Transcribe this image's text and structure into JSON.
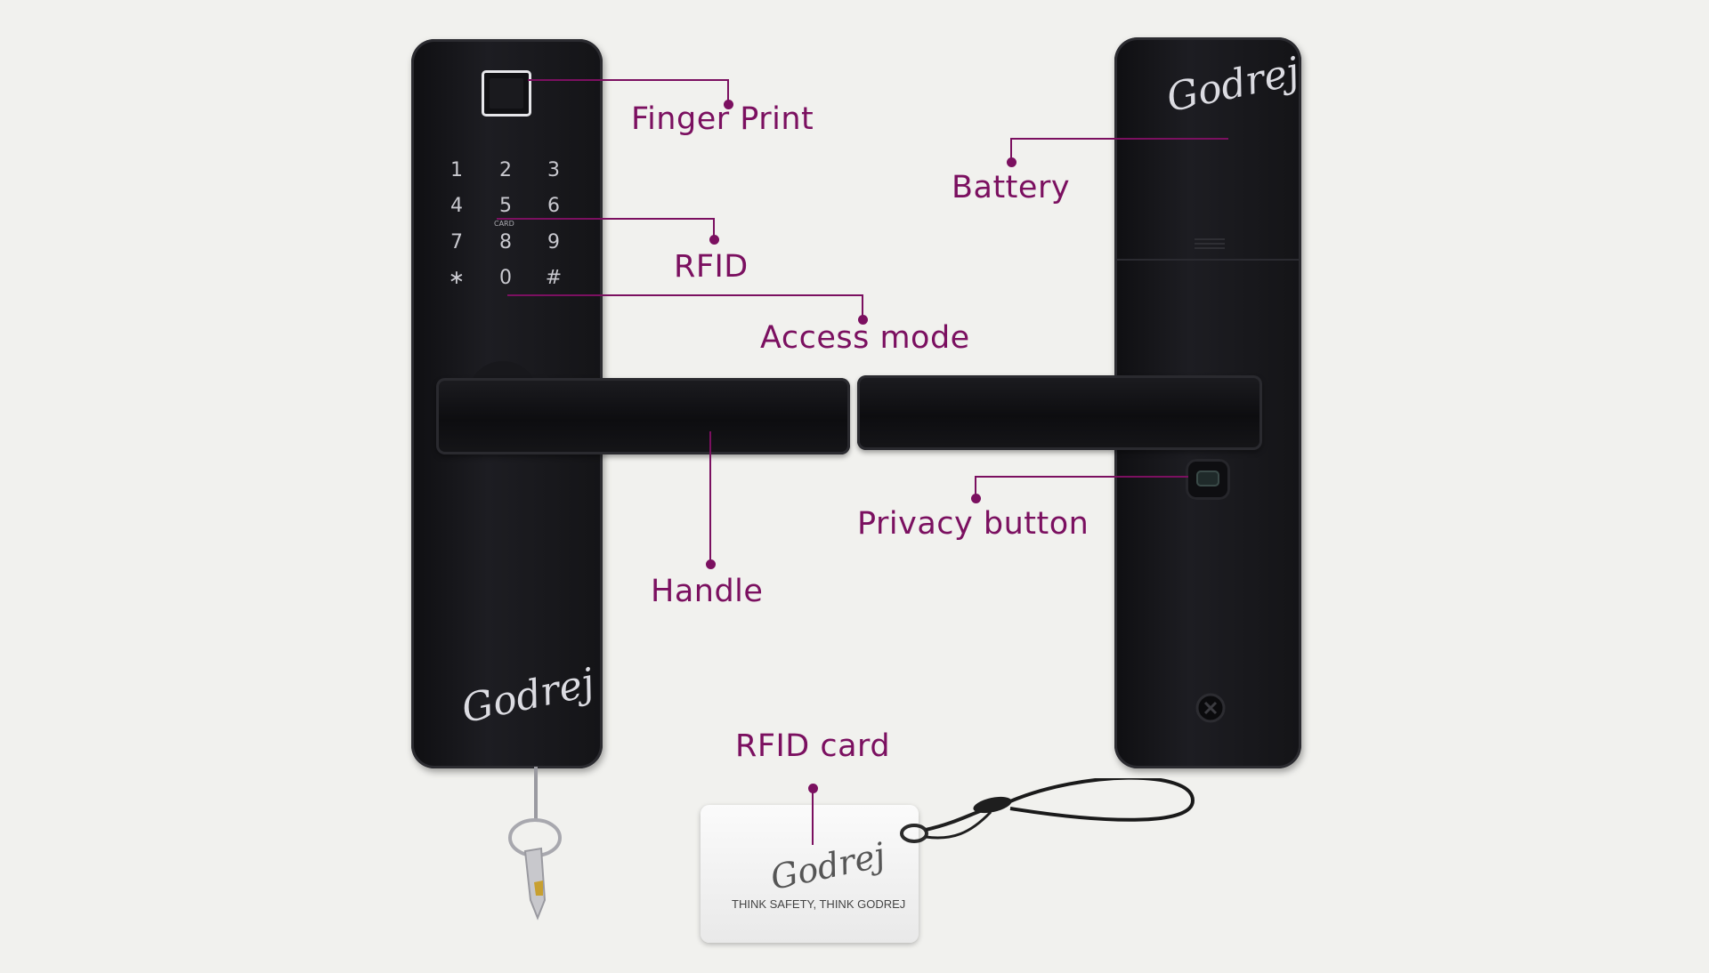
{
  "labels": {
    "finger_print": "Finger Print",
    "battery": "Battery",
    "rfid": "RFID",
    "access_mode": "Access mode",
    "handle": "Handle",
    "privacy_button": "Privacy button",
    "rfid_card": "RFID card"
  },
  "keypad": [
    "1",
    "2",
    "3",
    "4",
    "5",
    "6",
    "7",
    "8",
    "9",
    "∗",
    "0",
    "#"
  ],
  "keypad_card_label": "CARD",
  "brand": "Godrej",
  "card_slogan": "THINK SAFETY, THINK GODREJ",
  "colors": {
    "accent": "#7b1060",
    "background": "#f1f1ee",
    "lock_body": "#141417"
  }
}
